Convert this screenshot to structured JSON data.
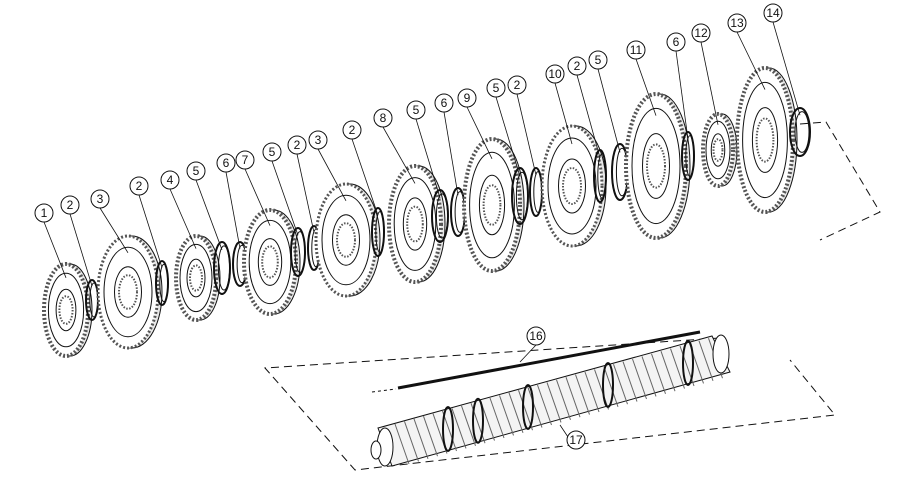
{
  "diagram": {
    "title": "Exploded view of gearbox mainshaft assembly",
    "part_labels": [
      "1",
      "2",
      "3",
      "2",
      "4",
      "5",
      "6",
      "7",
      "5",
      "2",
      "3",
      "2",
      "8",
      "5",
      "6",
      "9",
      "5",
      "2",
      "10",
      "2",
      "5",
      "11",
      "6",
      "12",
      "13",
      "14"
    ],
    "shaft_labels": [
      "16",
      "17"
    ],
    "colors": {
      "line": "#111111",
      "gear_fill": "#e8e8e8",
      "gear_dark": "#555555"
    }
  }
}
